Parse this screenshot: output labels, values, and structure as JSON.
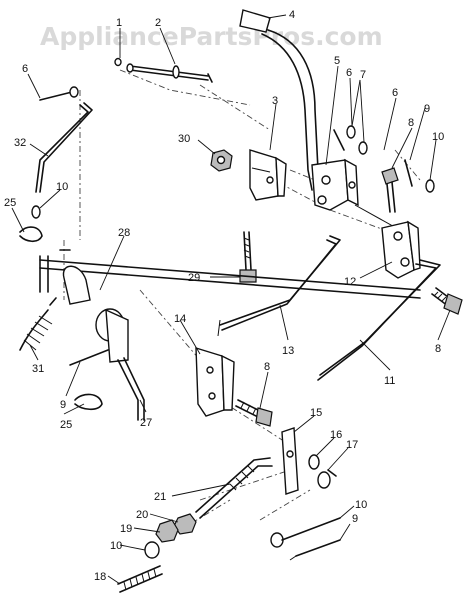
{
  "watermark": "AppliancePartsPros.com",
  "callouts": [
    {
      "key": "c1",
      "text": "1"
    },
    {
      "key": "c2",
      "text": "2"
    },
    {
      "key": "c3",
      "text": "3"
    },
    {
      "key": "c4",
      "text": "4"
    },
    {
      "key": "c5",
      "text": "5"
    },
    {
      "key": "c6a",
      "text": "6"
    },
    {
      "key": "c6b",
      "text": "6"
    },
    {
      "key": "c6c",
      "text": "6"
    },
    {
      "key": "c7",
      "text": "7"
    },
    {
      "key": "c8a",
      "text": "8"
    },
    {
      "key": "c8b",
      "text": "8"
    },
    {
      "key": "c8c",
      "text": "8"
    },
    {
      "key": "c9a",
      "text": "9"
    },
    {
      "key": "c9b",
      "text": "9"
    },
    {
      "key": "c9c",
      "text": "9"
    },
    {
      "key": "c10a",
      "text": "10"
    },
    {
      "key": "c10b",
      "text": "10"
    },
    {
      "key": "c10c",
      "text": "10"
    },
    {
      "key": "c10d",
      "text": "10"
    },
    {
      "key": "c11",
      "text": "11"
    },
    {
      "key": "c12",
      "text": "12"
    },
    {
      "key": "c13",
      "text": "13"
    },
    {
      "key": "c14",
      "text": "14"
    },
    {
      "key": "c15",
      "text": "15"
    },
    {
      "key": "c16",
      "text": "16"
    },
    {
      "key": "c17",
      "text": "17"
    },
    {
      "key": "c18",
      "text": "18"
    },
    {
      "key": "c19",
      "text": "19"
    },
    {
      "key": "c20",
      "text": "20"
    },
    {
      "key": "c21",
      "text": "21"
    },
    {
      "key": "c25a",
      "text": "25"
    },
    {
      "key": "c25b",
      "text": "25"
    },
    {
      "key": "c27",
      "text": "27"
    },
    {
      "key": "c28",
      "text": "28"
    },
    {
      "key": "c29",
      "text": "29"
    },
    {
      "key": "c30",
      "text": "30"
    },
    {
      "key": "c31",
      "text": "31"
    },
    {
      "key": "c32",
      "text": "32"
    }
  ]
}
